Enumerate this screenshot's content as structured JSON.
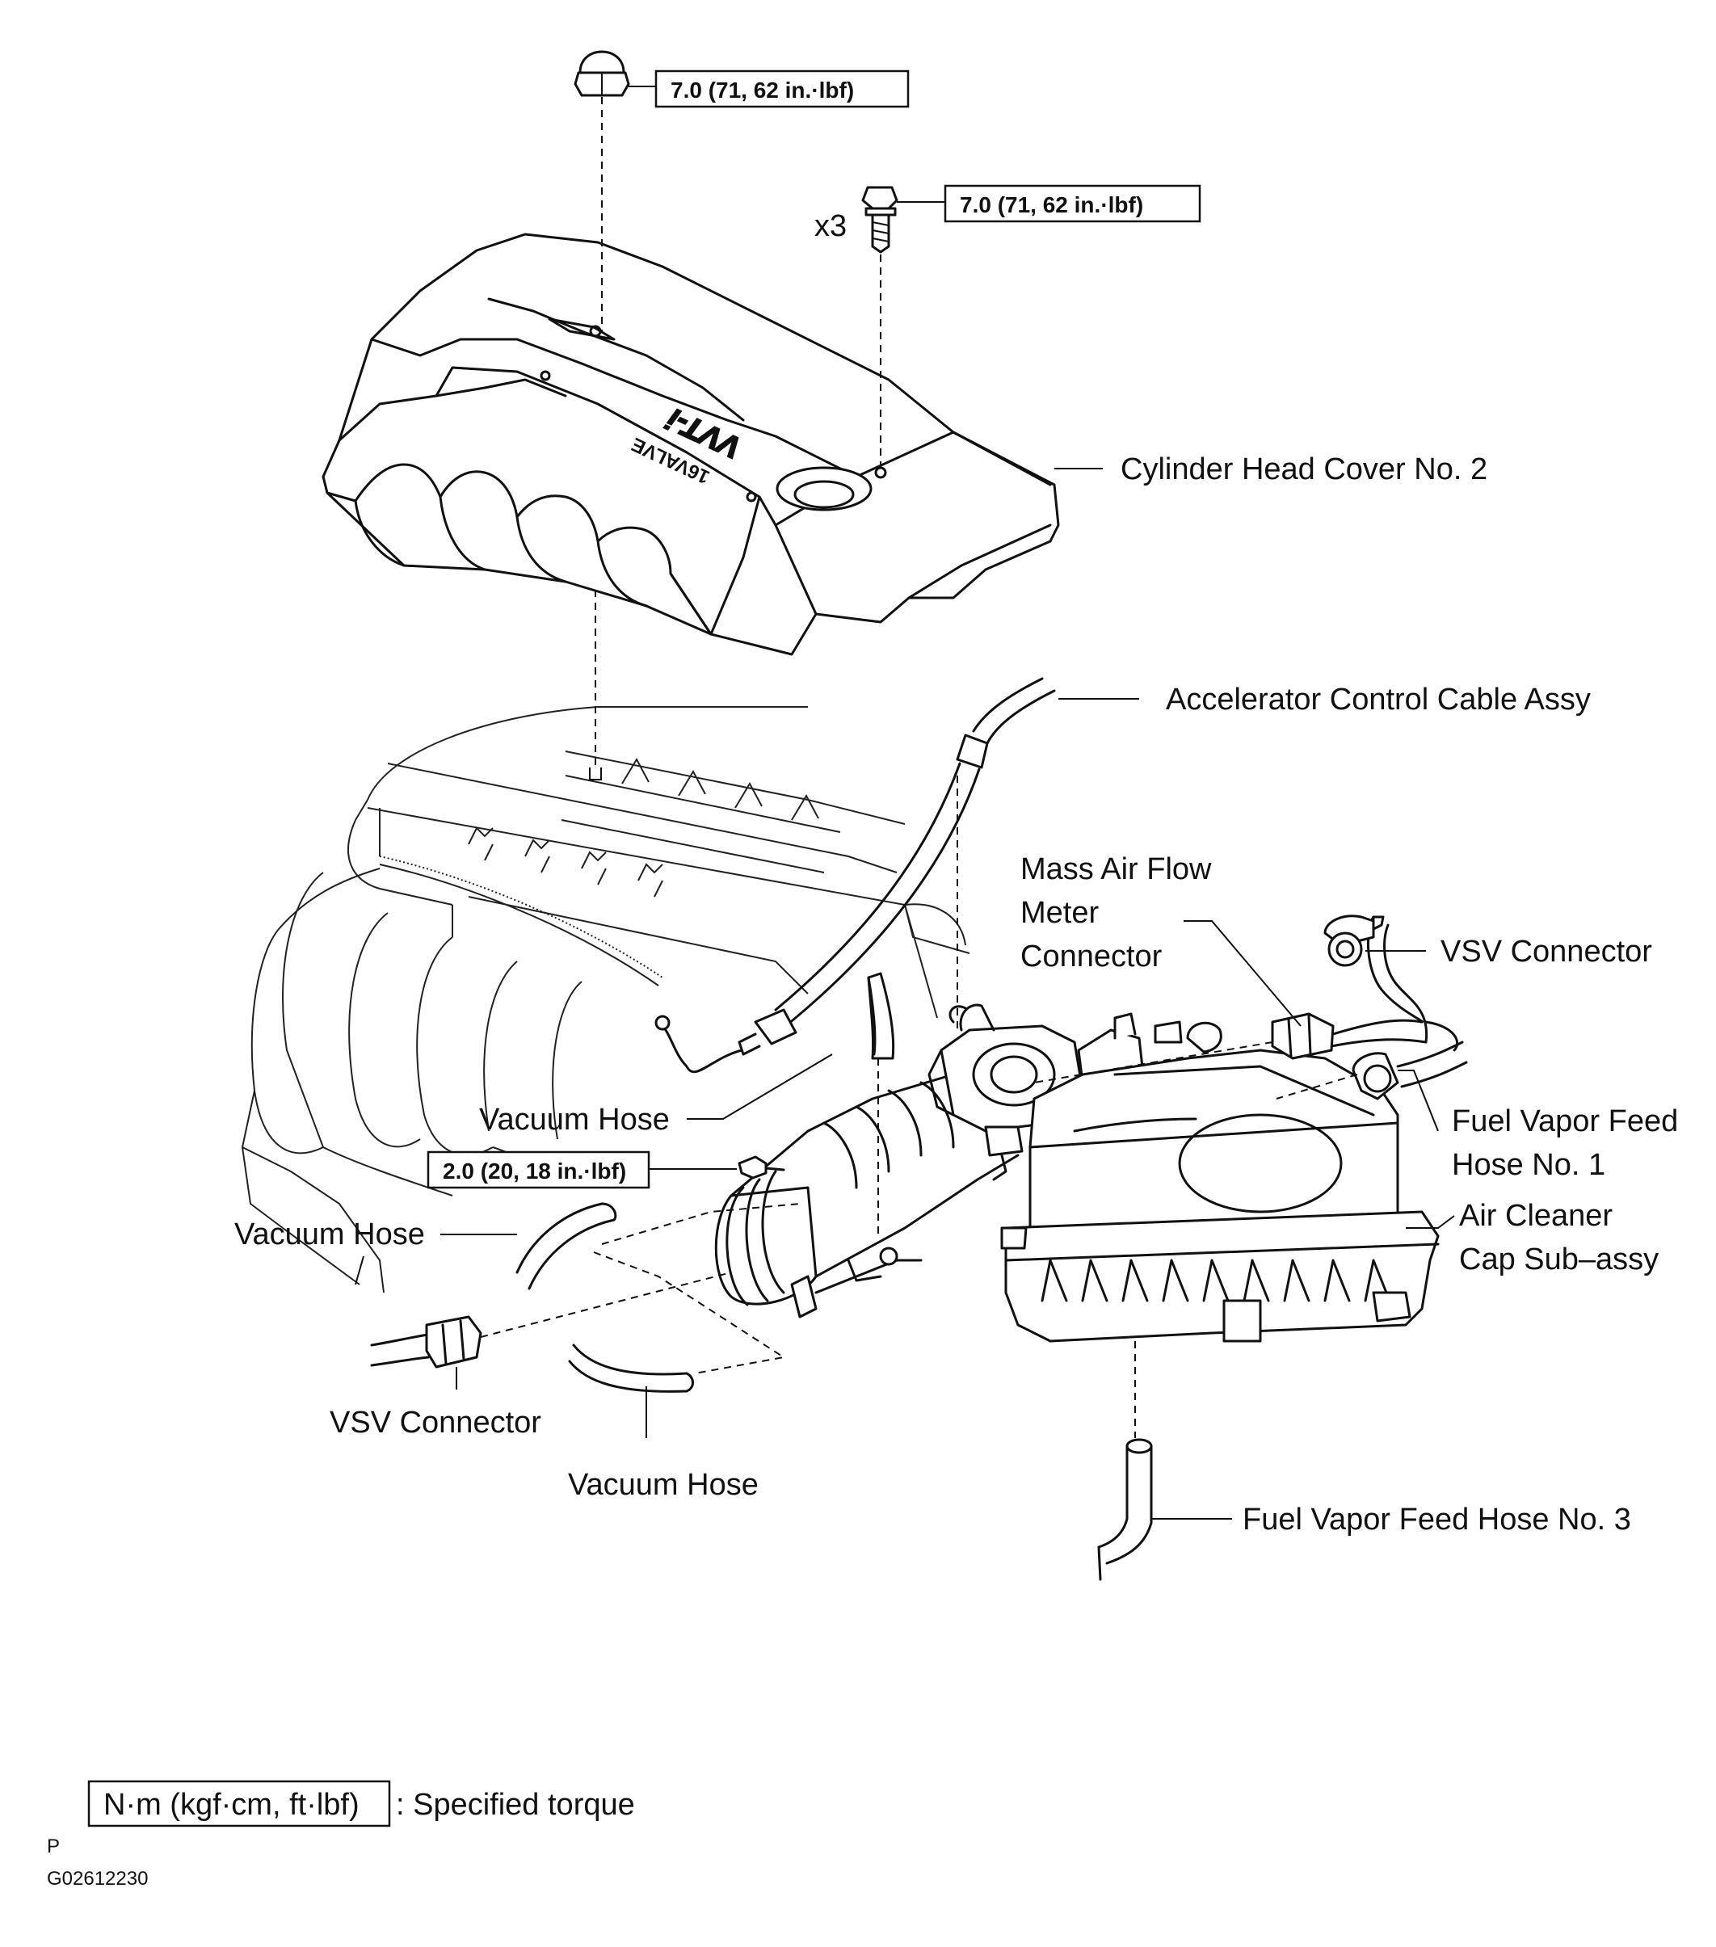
{
  "torque_specs": {
    "top_nut": "7.0 (71, 62 in.·lbf)",
    "cover_bolts": "7.0 (71, 62 in.·lbf)",
    "cover_bolts_qty": "x3",
    "intake_bolt": "2.0 (20, 18 in.·lbf)"
  },
  "labels": {
    "cylinder_head_cover": "Cylinder Head Cover No. 2",
    "accelerator_cable": "Accelerator Control Cable Assy",
    "maf_line1": "Mass Air Flow",
    "maf_line2": "Meter",
    "maf_line3": "Connector",
    "vsv_connector_right": "VSV Connector",
    "fuel_vapor_hose1_line1": "Fuel Vapor Feed",
    "fuel_vapor_hose1_line2": "Hose No. 1",
    "air_cleaner_line1": "Air Cleaner",
    "air_cleaner_line2": "Cap Sub–assy",
    "vacuum_hose_upper": "Vacuum Hose",
    "vacuum_hose_left": "Vacuum Hose",
    "vsv_connector_left": "VSV Connector",
    "vacuum_hose_lower": "Vacuum Hose",
    "fuel_vapor_hose3": "Fuel Vapor Feed Hose No. 3",
    "cover_logo_main": "VVT-i",
    "cover_logo_sub": "16VALVE"
  },
  "legend": {
    "unit_box": "N·m (kgf·cm, ft·lbf)",
    "description": ": Specified torque"
  },
  "footer": {
    "page_letter": "P",
    "figure_code": "G02612230"
  }
}
